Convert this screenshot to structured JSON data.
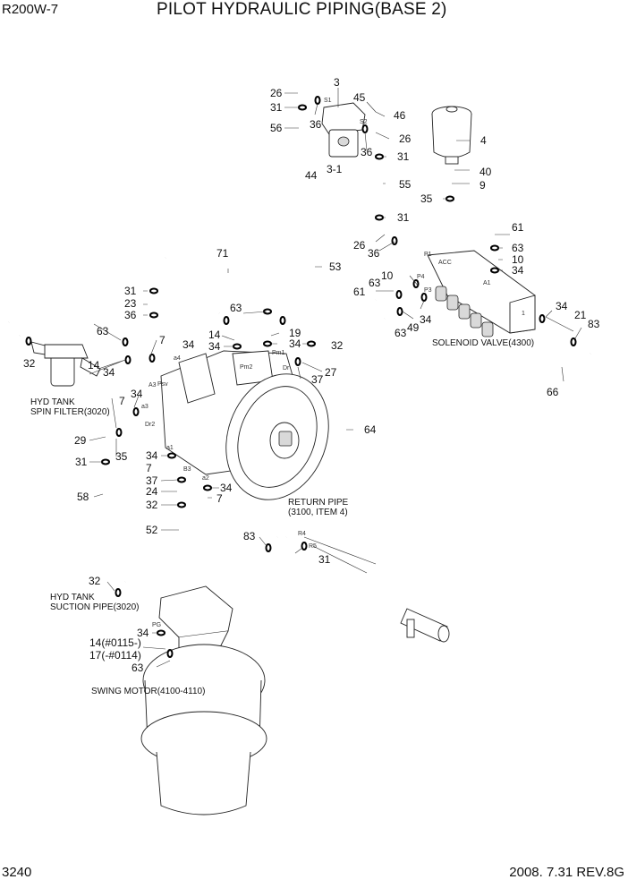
{
  "header": {
    "model": "R200W-7",
    "title": "PILOT HYDRAULIC PIPING(BASE 2)"
  },
  "footer": {
    "page_number": "3240",
    "revision": "2008. 7.31  REV.8G"
  },
  "notes": {
    "hyd_tank_spin_filter_line1": "HYD TANK",
    "hyd_tank_spin_filter_line2": "SPIN FILTER(3020)",
    "hyd_tank_suction_line1": "HYD TANK",
    "hyd_tank_suction_line2": "SUCTION PIPE(3020)",
    "solenoid_valve": "SOLENOID VALVE(4300)",
    "return_pipe_line1": "RETURN PIPE",
    "return_pipe_line2": "(3100, ITEM 4)",
    "swing_motor": "SWING MOTOR(4100-4110)",
    "swing_ref_14": "14(#0115-)",
    "swing_ref_17": "17(-#0114)"
  },
  "ports": [
    "S1",
    "S2",
    "P1",
    "P4",
    "P3",
    "A3",
    "a3",
    "a4",
    "Dr2",
    "Psv",
    "Pm1",
    "Pm2",
    "Dr",
    "a1",
    "a2",
    "B3",
    "PG",
    "R4",
    "R5",
    "ACC",
    "A1",
    "1"
  ],
  "callouts": {
    "c26a": "26",
    "c31a": "31",
    "c56": "56",
    "c3": "3",
    "c36a": "36",
    "c45": "45",
    "c46": "46",
    "c26b": "26",
    "c36b": "36",
    "c31b": "31",
    "c4": "4",
    "c40": "40",
    "c9": "9",
    "c44": "44",
    "c3_1": "3-1",
    "c55": "55",
    "c35a": "35",
    "c31c": "31",
    "c26c": "26",
    "c36c": "36",
    "c61a": "61",
    "c63a": "63",
    "c10a": "10",
    "c34a": "34",
    "c71": "71",
    "c53": "53",
    "c31d": "31",
    "c23": "23",
    "c36d": "36",
    "c63b": "63",
    "c19": "19",
    "c14a": "14",
    "c34b": "34",
    "c34c": "34",
    "c32a": "32",
    "c27": "27",
    "c37a": "37",
    "c10b": "10",
    "c63c": "63",
    "c61b": "61",
    "c34d": "34",
    "c63d": "63",
    "c49": "49",
    "c34e": "34",
    "c21": "21",
    "c83a": "83",
    "c66": "66",
    "c63e": "63",
    "c7a": "7",
    "c34f": "34",
    "c32b": "32",
    "c14b": "14",
    "c34g": "34",
    "c34h": "34",
    "c7b": "7",
    "c29": "29",
    "c35b": "35",
    "c31e": "31",
    "c58": "58",
    "c64": "64",
    "c34i": "34",
    "c7c": "7",
    "c37b": "37",
    "c24": "24",
    "c32c": "32",
    "c34j": "34",
    "c7d": "7",
    "c52": "52",
    "c83b": "83",
    "c31f": "31",
    "c32d": "32",
    "c34k": "34",
    "c63f": "63"
  }
}
